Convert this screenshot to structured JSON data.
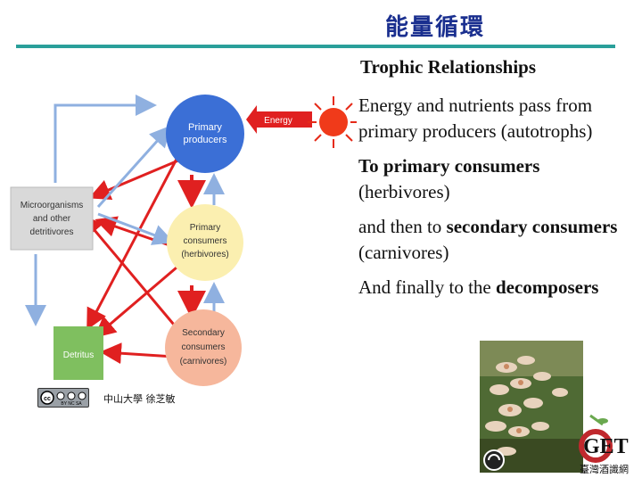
{
  "slide": {
    "title_cjk": "能量循環",
    "heading": "Trophic Relationships",
    "bullets": [
      {
        "plain": "Energy and nutrients pass from primary producers (autotrophs)",
        "bold": "",
        "after": ""
      },
      {
        "plain": "",
        "bold": "To primary consumers",
        "after": " (herbivores)"
      },
      {
        "plain": "and then to ",
        "bold": "secondary consumers",
        "after": " (carnivores)"
      },
      {
        "plain": "And finally to the ",
        "bold": "decomposers",
        "after": ""
      }
    ],
    "credit": "中山大學 徐芝敏"
  },
  "diagram": {
    "energy_label": "Energy",
    "nodes": {
      "producers": {
        "line1": "Primary",
        "line2": "producers",
        "color": "#3b6fd6"
      },
      "primary_consumers": {
        "line1": "Primary",
        "line2": "consumers",
        "line3": "(herbivores)",
        "color": "#fbefb0"
      },
      "secondary_consumers": {
        "line1": "Secondary",
        "line2": "consumers",
        "line3": "(carnivores)",
        "color": "#f6b79c"
      },
      "microorganisms": {
        "line1": "Microorganisms",
        "line2": "and other",
        "line3": "detritivores",
        "color": "#d9d9d9"
      },
      "detritus": {
        "line1": "Detritus",
        "color": "#7fbf5f"
      }
    },
    "colors": {
      "arrow_red": "#e02020",
      "arrow_blue": "#8fb0e0",
      "sun": "#e52a18",
      "sun_core": "#f03a1a"
    }
  },
  "badge": {
    "labels": "BY NC SA"
  },
  "logo": {
    "text": "GET",
    "sub": "臺灣酒識網"
  }
}
